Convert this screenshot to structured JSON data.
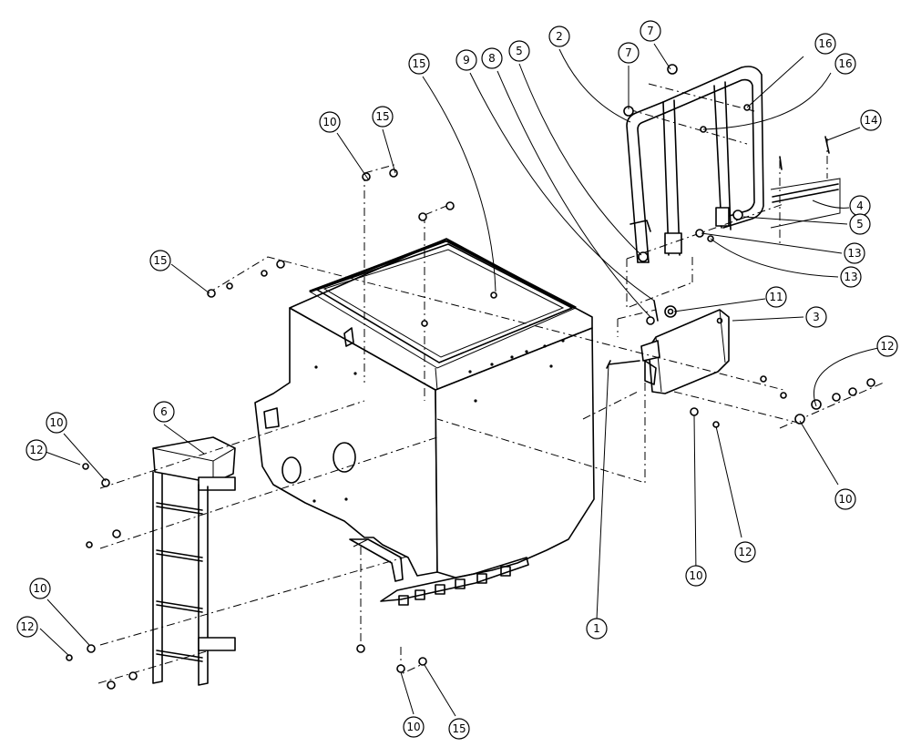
{
  "callouts": [
    {
      "label": "1"
    },
    {
      "label": "2"
    },
    {
      "label": "3"
    },
    {
      "label": "4"
    },
    {
      "label": "5"
    },
    {
      "label": "5"
    },
    {
      "label": "6"
    },
    {
      "label": "7"
    },
    {
      "label": "7"
    },
    {
      "label": "8"
    },
    {
      "label": "9"
    },
    {
      "label": "10"
    },
    {
      "label": "10"
    },
    {
      "label": "10"
    },
    {
      "label": "10"
    },
    {
      "label": "10"
    },
    {
      "label": "10"
    },
    {
      "label": "11"
    },
    {
      "label": "12"
    },
    {
      "label": "12"
    },
    {
      "label": "12"
    },
    {
      "label": "12"
    },
    {
      "label": "13"
    },
    {
      "label": "13"
    },
    {
      "label": "14"
    },
    {
      "label": "15"
    },
    {
      "label": "15"
    },
    {
      "label": "15"
    },
    {
      "label": "15"
    },
    {
      "label": "16"
    },
    {
      "label": "16"
    }
  ]
}
